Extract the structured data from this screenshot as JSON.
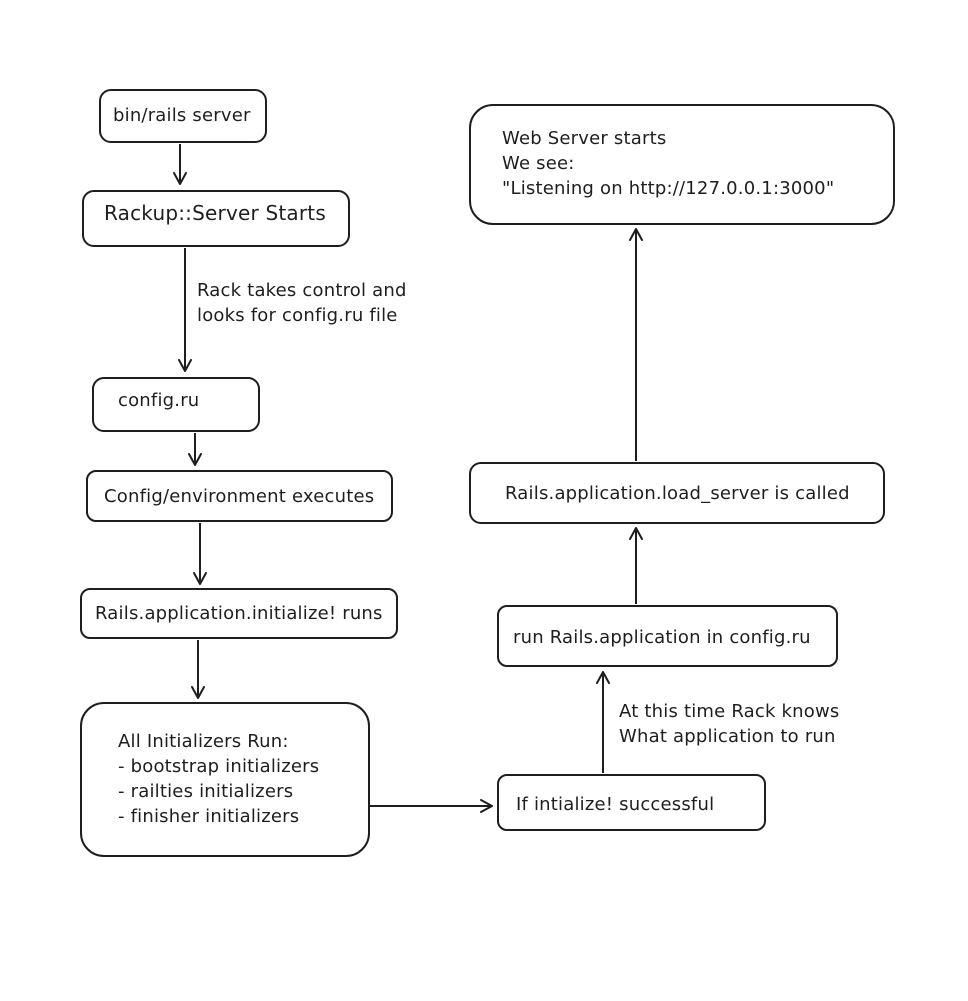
{
  "diagram": {
    "nodes": {
      "bin_rails_server": {
        "lines": [
          "bin/rails server"
        ]
      },
      "rackup_server": {
        "lines": [
          "Rackup::Server Starts"
        ]
      },
      "config_ru": {
        "lines": [
          "config.ru"
        ]
      },
      "config_environment": {
        "lines": [
          "Config/environment executes"
        ]
      },
      "initialize_runs": {
        "lines": [
          "Rails.application.initialize! runs"
        ]
      },
      "initializers": {
        "lines": [
          "All Initializers Run:",
          "- bootstrap initializers",
          "- railties initializers",
          "- finisher initializers"
        ]
      },
      "if_successful": {
        "lines": [
          "If intialize! successful"
        ]
      },
      "run_rails_app": {
        "lines": [
          "run Rails.application in config.ru"
        ]
      },
      "load_server": {
        "lines": [
          "Rails.application.load_server is called"
        ]
      },
      "web_server_starts": {
        "lines": [
          "Web Server starts",
          "We see:",
          "\"Listening on http://127.0.0.1:3000\""
        ]
      }
    },
    "edge_labels": {
      "rack_takes_control": {
        "lines": [
          "Rack takes control and",
          "looks for config.ru file"
        ]
      },
      "rack_knows": {
        "lines": [
          "At this time Rack knows",
          "What application to run"
        ]
      }
    },
    "colors": {
      "stroke": "#1e1e1e",
      "background": "#ffffff"
    }
  }
}
